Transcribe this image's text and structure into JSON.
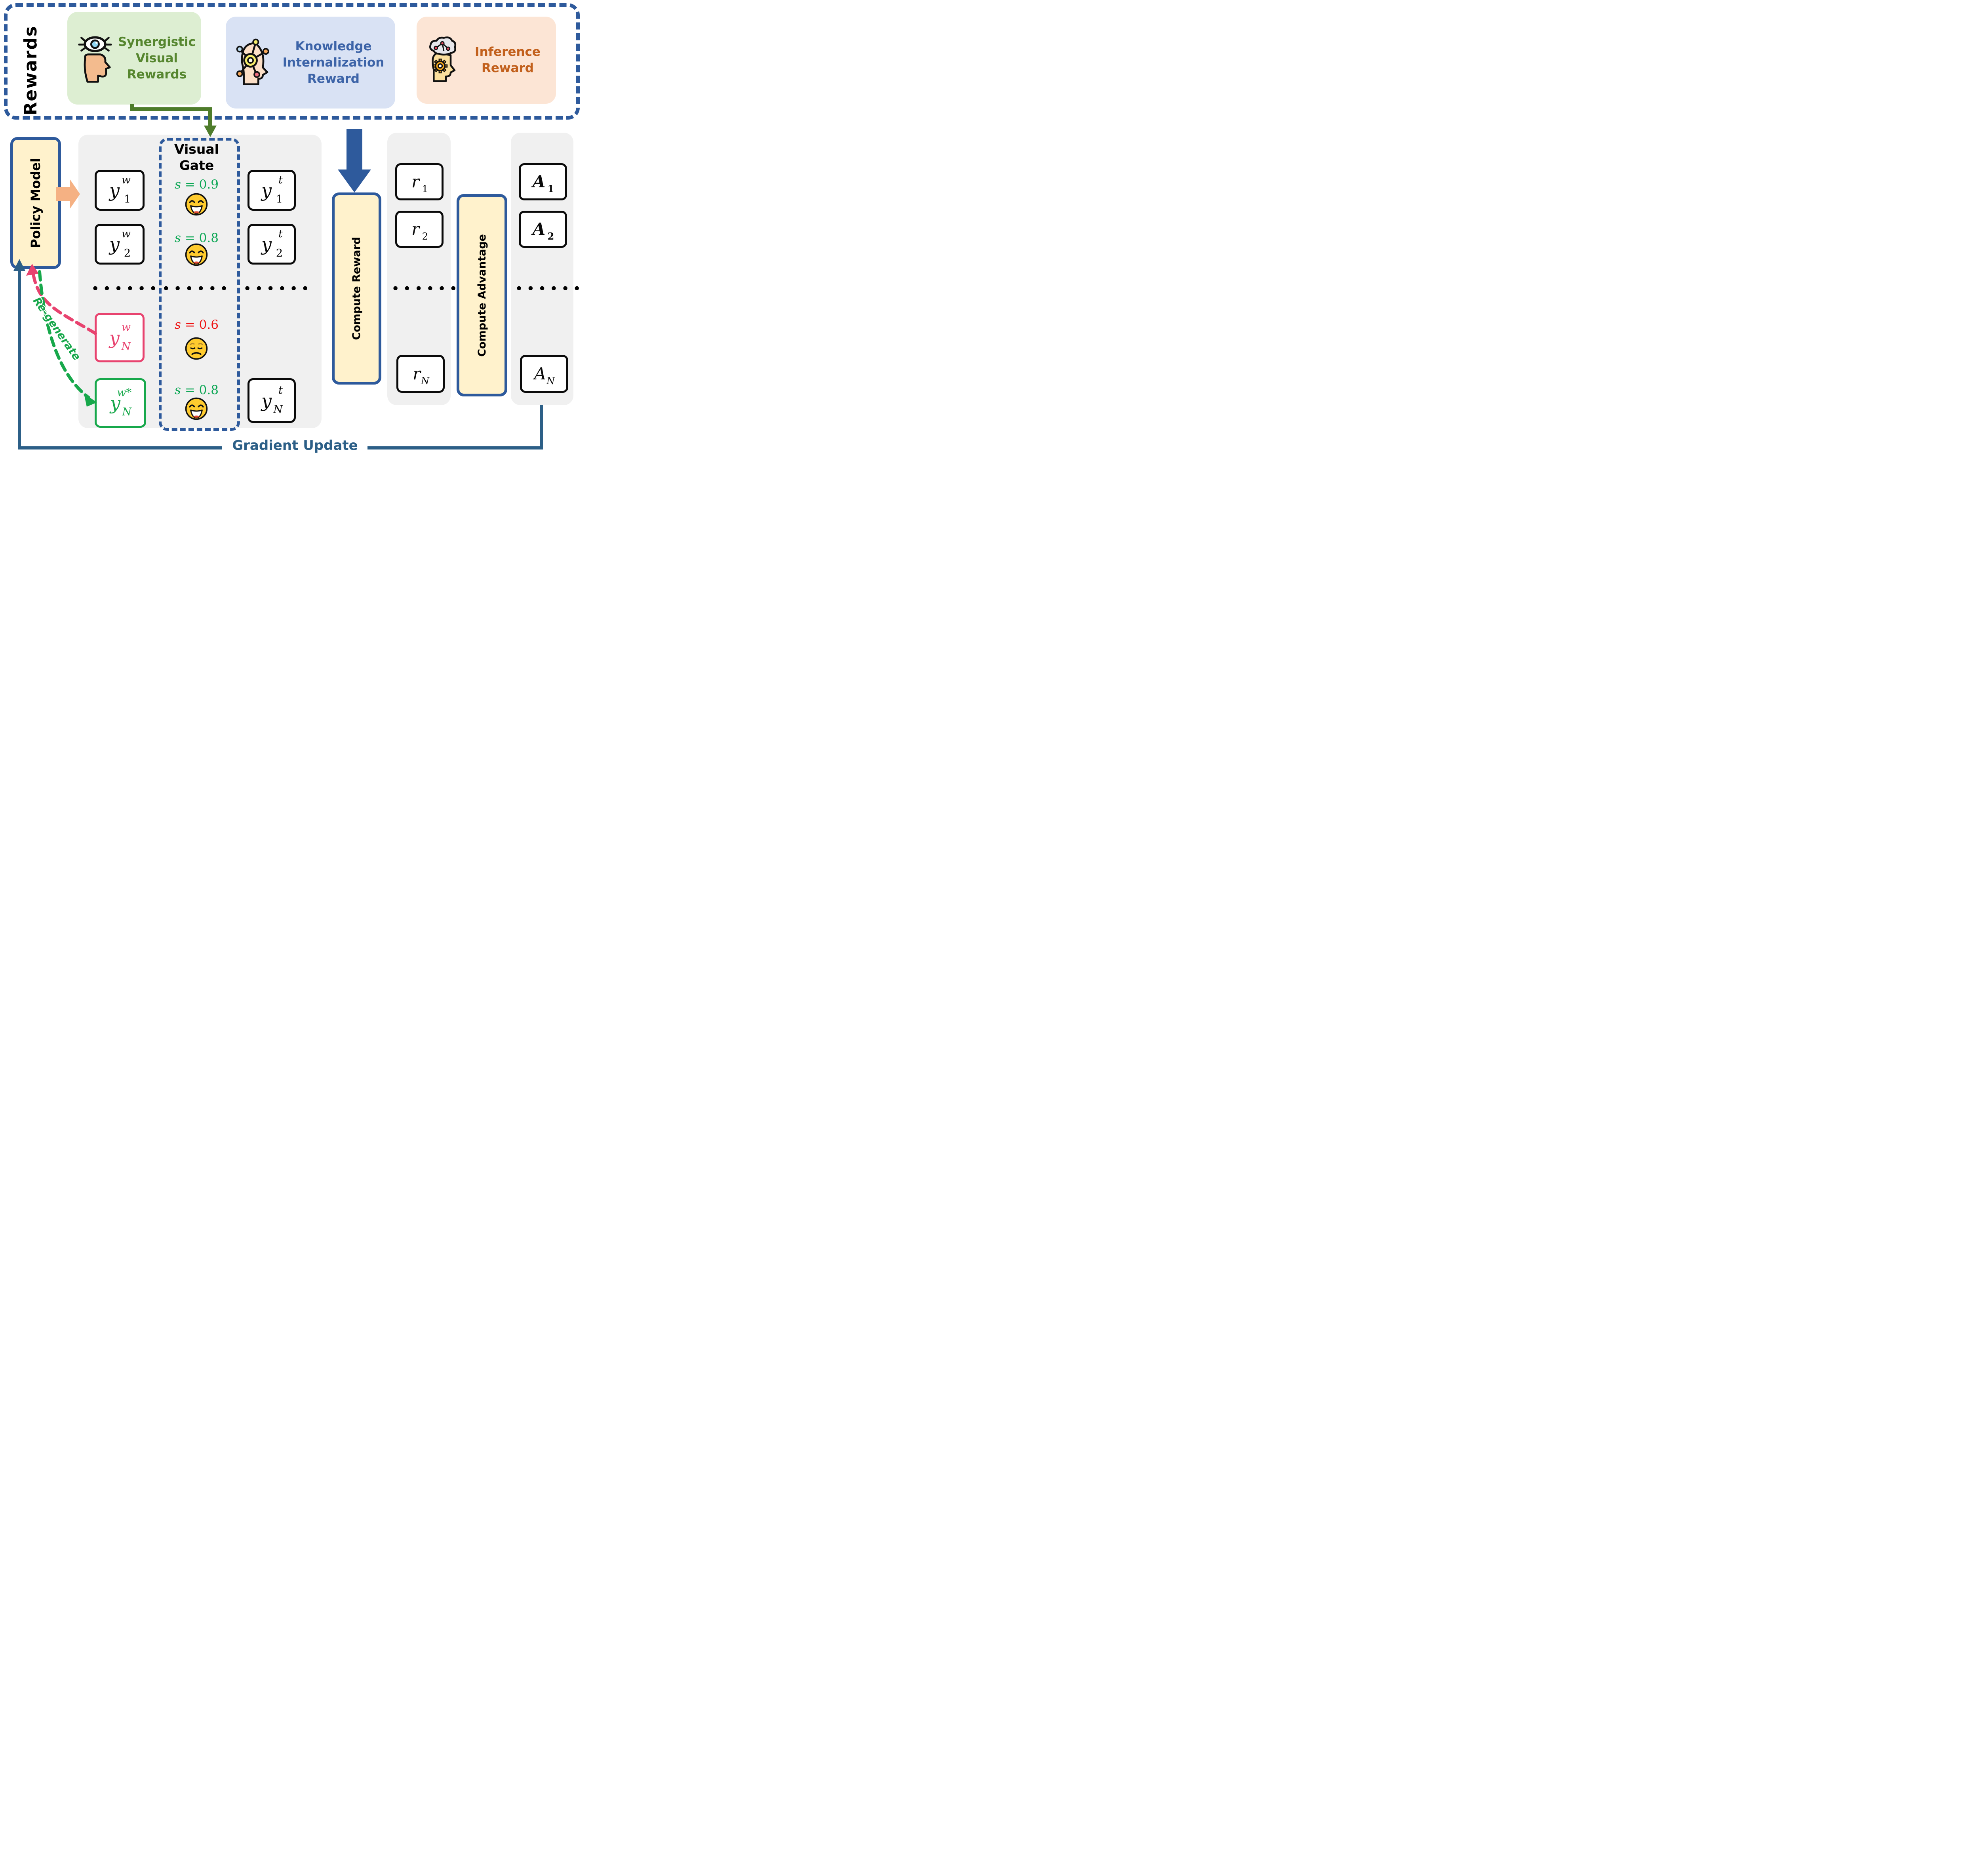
{
  "figure": {
    "rewards_label": "Rewards",
    "reward_cards": [
      {
        "icon": "eye-head-icon",
        "lines": [
          "Synergistic",
          "Visual",
          "Rewards"
        ]
      },
      {
        "icon": "network-head-icon",
        "lines": [
          "Knowledge",
          "Internalization",
          "Reward"
        ]
      },
      {
        "icon": "brain-gear-head-icon",
        "lines": [
          "Inference",
          "Reward"
        ]
      }
    ],
    "policy_model_label": "Policy Model",
    "visual_gate": {
      "title_lines": [
        "Visual",
        "Gate"
      ],
      "rows": [
        {
          "var": "s",
          "rest": " = 0.9",
          "status": "pass",
          "mood": "happy"
        },
        {
          "var": "s",
          "rest": " = 0.8",
          "status": "pass",
          "mood": "happy"
        },
        {
          "var": "s",
          "rest": " = 0.6",
          "status": "fail",
          "mood": "sad"
        },
        {
          "var": "s",
          "rest": " = 0.8",
          "status": "pass",
          "mood": "happy"
        }
      ]
    },
    "samples_w": [
      {
        "base": "y",
        "sup": "w",
        "sub": "1"
      },
      {
        "base": "y",
        "sup": "w",
        "sub": "2"
      },
      {
        "base": "y",
        "sup": "w",
        "sub": "N"
      },
      {
        "base": "y",
        "sup": "w*",
        "sub": "N"
      }
    ],
    "samples_t": [
      {
        "base": "y",
        "sup": "t",
        "sub": "1"
      },
      {
        "base": "y",
        "sup": "t",
        "sub": "2"
      },
      {
        "base": "y",
        "sup": "t",
        "sub": "N"
      }
    ],
    "rewards_r": [
      {
        "base": "r",
        "sub": "1"
      },
      {
        "base": "r",
        "sub": "2"
      },
      {
        "base": "r",
        "sub": "N"
      }
    ],
    "advantages": [
      {
        "base": "A",
        "sub": "1"
      },
      {
        "base": "A",
        "sub": "2"
      },
      {
        "base": "A",
        "sub": "N"
      }
    ],
    "dots": "••••••",
    "compute_reward_label": "Compute Reward",
    "compute_advantage_label": "Compute Advantage",
    "regenerate_label": "Re-generate",
    "gradient_update_label": "Gradient Update",
    "colors": {
      "dashed_border_blue": "#2e5a9c",
      "panel_gray": "#f0f0f0",
      "cream_fill": "#fff2cc",
      "green_card_fill": "#ddeed2",
      "green_text": "#56862f",
      "blue_card_fill": "#d9e2f4",
      "blue_text": "#3d64a8",
      "orange_card_fill": "#fce5d5",
      "orange_text": "#c2601c",
      "score_pass_green": "#0aa653",
      "score_fail_red": "#ee1111",
      "rejected_pink": "#e8436f",
      "regenerated_green": "#17a84b",
      "orange_arrow": "#f5b183",
      "elbow_arrow_green": "#4e7c2b",
      "gradient_line_blue": "#2c5f87",
      "emoji_yellow": "#FFCB2E"
    }
  }
}
